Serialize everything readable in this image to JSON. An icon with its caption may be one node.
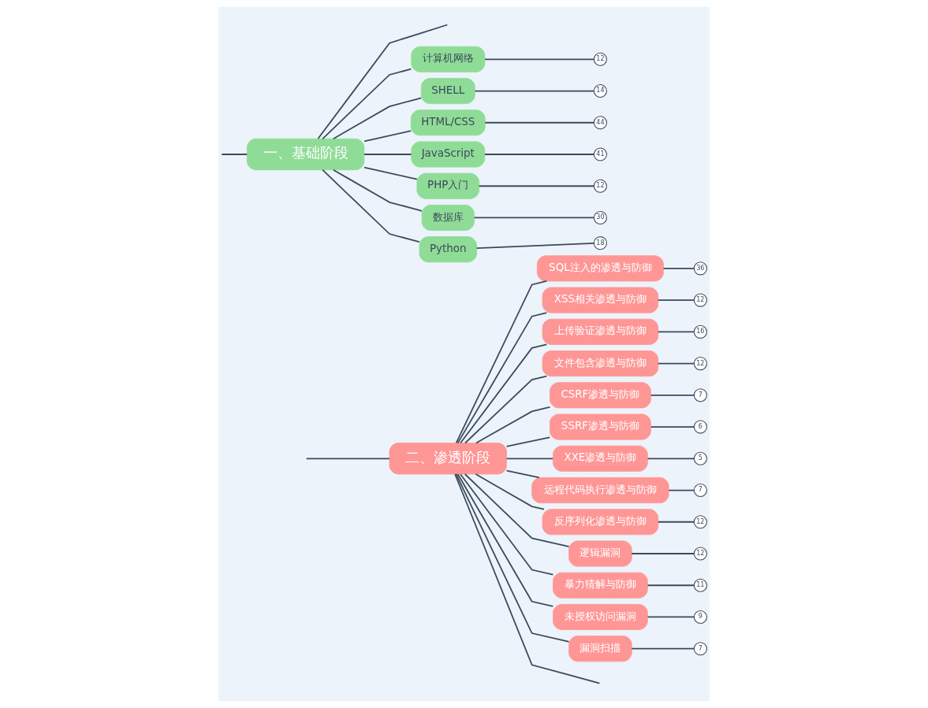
{
  "diagram": {
    "nodes": [
      {
        "text": [
          "一、基础阶段"
        ]
      },
      {
        "text": [
          "计算机网络"
        ]
      },
      {
        "text": [
          "12"
        ]
      },
      {
        "text": [
          "SHELL"
        ]
      },
      {
        "text": [
          "14"
        ]
      },
      {
        "text": [
          "HTML/CSS"
        ]
      },
      {
        "text": [
          "44"
        ]
      },
      {
        "text": [
          "JavaScript"
        ]
      },
      {
        "text": [
          "41"
        ]
      },
      {
        "text": [
          "PHP入门"
        ]
      },
      {
        "text": [
          "12"
        ]
      },
      {
        "text": [
          "数据库"
        ]
      },
      {
        "text": [
          "30"
        ]
      },
      {
        "text": [
          "Python"
        ]
      },
      {
        "text": [
          "18"
        ]
      },
      {
        "text": [
          "二、渗透阶段"
        ]
      },
      {
        "text": [
          "SQL注入的渗透与防御"
        ]
      },
      {
        "text": [
          "36"
        ]
      },
      {
        "text": [
          "XSS相关渗透与防御"
        ]
      },
      {
        "text": [
          "12"
        ]
      },
      {
        "text": [
          "上传验证渗透与防御"
        ]
      },
      {
        "text": [
          "16"
        ]
      },
      {
        "text": [
          "文件包含渗透与防御"
        ]
      },
      {
        "text": [
          "12"
        ]
      },
      {
        "text": [
          "CSRF渗透与防御"
        ]
      },
      {
        "text": [
          "7"
        ]
      },
      {
        "text": [
          "SSRF渗透与防御"
        ]
      },
      {
        "text": [
          "6"
        ]
      },
      {
        "text": [
          "XXE渗透与防御"
        ]
      },
      {
        "text": [
          "5"
        ]
      },
      {
        "text": [
          "远程代码执行渗透与防御"
        ]
      },
      {
        "text": [
          "7"
        ]
      },
      {
        "text": [
          "反序列化渗透与防御"
        ]
      },
      {
        "text": [
          "12"
        ]
      },
      {
        "text": [
          "逻辑漏洞"
        ]
      },
      {
        "text": [
          "12"
        ]
      },
      {
        "text": [
          "暴力猜解与防御"
        ]
      },
      {
        "text": [
          "11"
        ]
      },
      {
        "text": [
          "未授权访问漏洞"
        ]
      },
      {
        "text": [
          "9"
        ]
      },
      {
        "text": [
          "漏洞扫描"
        ]
      },
      {
        "text": [
          "7"
        ]
      }
    ],
    "edges": [
      {
        "from": null,
        "to": 0,
        "arrow": "none"
      },
      {
        "from": null,
        "to": 15,
        "arrow": "none"
      },
      {
        "from": 0,
        "to": null,
        "arrow": "none"
      },
      {
        "from": 0,
        "to": 1,
        "arrow": "none"
      },
      {
        "from": 1,
        "to": 2,
        "arrow": "none"
      },
      {
        "from": 0,
        "to": 3,
        "arrow": "none"
      },
      {
        "from": 3,
        "to": 4,
        "arrow": "none"
      },
      {
        "from": 0,
        "to": 5,
        "arrow": "none"
      },
      {
        "from": 5,
        "to": 6,
        "arrow": "none"
      },
      {
        "from": 0,
        "to": 7,
        "arrow": "none"
      },
      {
        "from": 7,
        "to": 8,
        "arrow": "none"
      },
      {
        "from": 0,
        "to": 9,
        "arrow": "none"
      },
      {
        "from": 9,
        "to": 10,
        "arrow": "none"
      },
      {
        "from": 0,
        "to": 11,
        "arrow": "none"
      },
      {
        "from": 11,
        "to": 12,
        "arrow": "none"
      },
      {
        "from": 0,
        "to": 13,
        "arrow": "none"
      },
      {
        "from": 13,
        "to": 14,
        "arrow": "none"
      },
      {
        "from": 15,
        "to": 16,
        "arrow": "none"
      },
      {
        "from": 16,
        "to": 17,
        "arrow": "none"
      },
      {
        "from": 15,
        "to": 18,
        "arrow": "none"
      },
      {
        "from": 18,
        "to": 19,
        "arrow": "none"
      },
      {
        "from": 15,
        "to": 20,
        "arrow": "none"
      },
      {
        "from": 20,
        "to": 21,
        "arrow": "none"
      },
      {
        "from": 15,
        "to": 22,
        "arrow": "none"
      },
      {
        "from": 22,
        "to": 23,
        "arrow": "none"
      },
      {
        "from": 15,
        "to": 24,
        "arrow": "none"
      },
      {
        "from": 24,
        "to": 25,
        "arrow": "none"
      },
      {
        "from": 15,
        "to": 26,
        "arrow": "none"
      },
      {
        "from": 26,
        "to": 27,
        "arrow": "none"
      },
      {
        "from": 15,
        "to": 28,
        "arrow": "none"
      },
      {
        "from": 28,
        "to": 29,
        "arrow": "none"
      },
      {
        "from": 15,
        "to": 30,
        "arrow": "none"
      },
      {
        "from": 30,
        "to": 31,
        "arrow": "none"
      },
      {
        "from": 15,
        "to": 32,
        "arrow": "none"
      },
      {
        "from": 32,
        "to": 33,
        "arrow": "none"
      },
      {
        "from": 15,
        "to": 34,
        "arrow": "none"
      },
      {
        "from": 34,
        "to": 35,
        "arrow": "none"
      },
      {
        "from": 15,
        "to": 36,
        "arrow": "none"
      },
      {
        "from": 36,
        "to": 37,
        "arrow": "none"
      },
      {
        "from": 15,
        "to": 38,
        "arrow": "none"
      },
      {
        "from": 38,
        "to": 39,
        "arrow": "none"
      },
      {
        "from": 15,
        "to": 40,
        "arrow": "none"
      },
      {
        "from": 40,
        "to": 41,
        "arrow": "none"
      },
      {
        "from": 15,
        "to": null,
        "arrow": "none"
      }
    ]
  }
}
